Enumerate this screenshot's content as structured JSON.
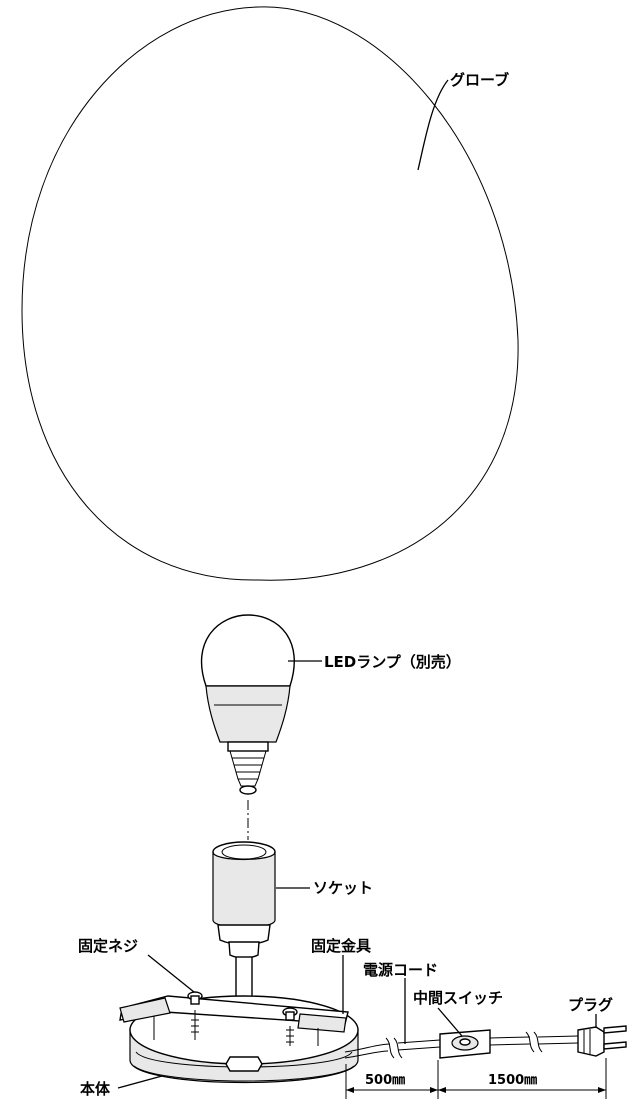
{
  "labels": {
    "globe": "グローブ",
    "led_lamp": "LEDランプ（別売）",
    "socket": "ソケット",
    "fixing_screw": "固定ネジ",
    "fixing_bracket": "固定金具",
    "power_cord": "電源コード",
    "inline_switch": "中間スイッチ",
    "plug": "プラグ",
    "body": "本体"
  },
  "dimensions": {
    "cord_to_switch": "500㎜",
    "switch_to_plug": "1500㎜"
  }
}
